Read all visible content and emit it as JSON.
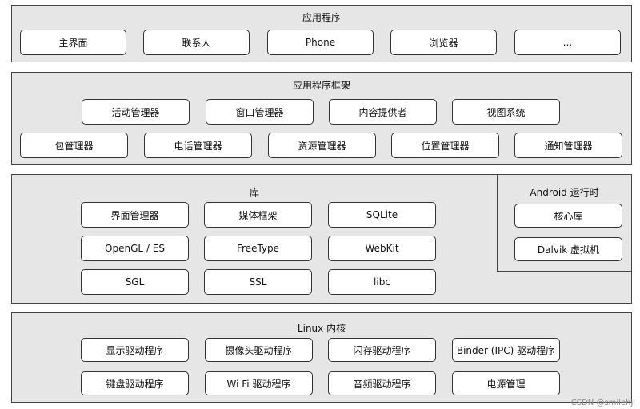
{
  "applications": {
    "title": "应用程序",
    "items": [
      "主界面",
      "联系人",
      "Phone",
      "浏览器",
      "..."
    ]
  },
  "framework": {
    "title": "应用程序框架",
    "row1": [
      "活动管理器",
      "窗口管理器",
      "内容提供者",
      "视图系统"
    ],
    "row2": [
      "包管理器",
      "电话管理器",
      "资源管理器",
      "位置管理器",
      "通知管理器"
    ]
  },
  "libraries": {
    "title": "库",
    "items": [
      "界面管理器",
      "媒体框架",
      "SQLite",
      "OpenGL / ES",
      "FreeType",
      "WebKit",
      "SGL",
      "SSL",
      "libc"
    ]
  },
  "runtime": {
    "title": "Android 运行时",
    "items": [
      "核心库",
      "Dalvik 虚拟机"
    ]
  },
  "kernel": {
    "title": "Linux 内核",
    "items": [
      "显示驱动程序",
      "摄像头驱动程序",
      "闪存驱动程序",
      "Binder (IPC) 驱动程序",
      "键盘驱动程序",
      "Wi Fi 驱动程序",
      "音频驱动程序",
      "电源管理"
    ]
  },
  "watermark": "CSDN @smilehjl"
}
